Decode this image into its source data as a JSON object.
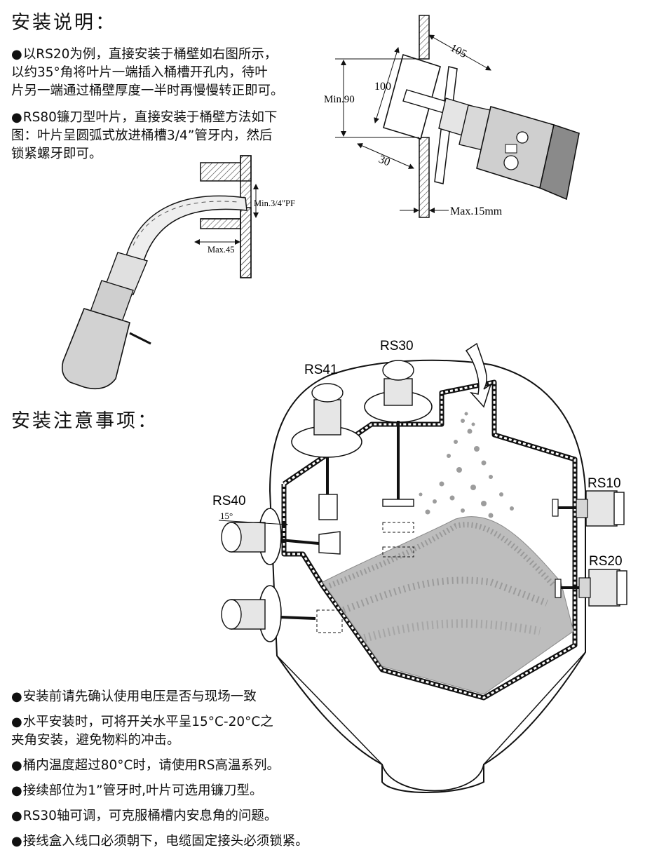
{
  "install_guide": {
    "heading": "安装说明：",
    "para1_bullet": "●",
    "para1_line1": "以RS20为例，直接安装于桶壁如右图所示，",
    "para1_line2": "以约35°角将叶片一端插入桶槽开孔内，待叶",
    "para1_line3": "片另一端通过桶壁厚度一半时再慢慢转正即可。",
    "para2_bullet": "●",
    "para2_line1": "RS80镰刀型叶片，直接安装于桶壁方法如下",
    "para2_line2": "图：叶片呈圆弧式放进桶槽3/4”管牙内，然后",
    "para2_line3": "锁紧螺牙即可。"
  },
  "wall_diagram": {
    "dim_105": "105",
    "dim_100": "100",
    "dim_min90": "Min.90",
    "dim_30": "30",
    "dim_max15": "Max.15mm"
  },
  "sickle_diagram": {
    "dim_pf": "Min.3/4\"PF",
    "dim_max45": "Max.45"
  },
  "precautions": {
    "heading": "安装注意事项：",
    "notes": [
      {
        "bullet": "●",
        "line1": "安装前请先确认使用电压是否与现场一致",
        "line2": ""
      },
      {
        "bullet": "●",
        "line1": "水平安装时，可将开关水平呈15°C-20°C之",
        "line2": "夹角安装，避免物料的冲击。"
      },
      {
        "bullet": "●",
        "line1": "桶内温度超过80°C时，请使用RS高温系列。",
        "line2": ""
      },
      {
        "bullet": "●",
        "line1": "接续部位为1”管牙时,叶片可选用镰刀型。",
        "line2": ""
      },
      {
        "bullet": "●",
        "line1": "RS30轴可调，可克服桶槽内安息角的问题。",
        "line2": ""
      },
      {
        "bullet": "●",
        "line1": "接线盒入线口必须朝下，电缆固定接头必须锁紧。",
        "line2": ""
      }
    ]
  },
  "silo_diagram": {
    "models": {
      "rs30": "RS30",
      "rs41": "RS41",
      "rs40": "RS40",
      "rs10": "RS10",
      "rs20": "RS20"
    },
    "angle_label": "15°"
  },
  "colors": {
    "ink": "#111111",
    "hatch": "#444444",
    "material": "#bdbdbd"
  }
}
